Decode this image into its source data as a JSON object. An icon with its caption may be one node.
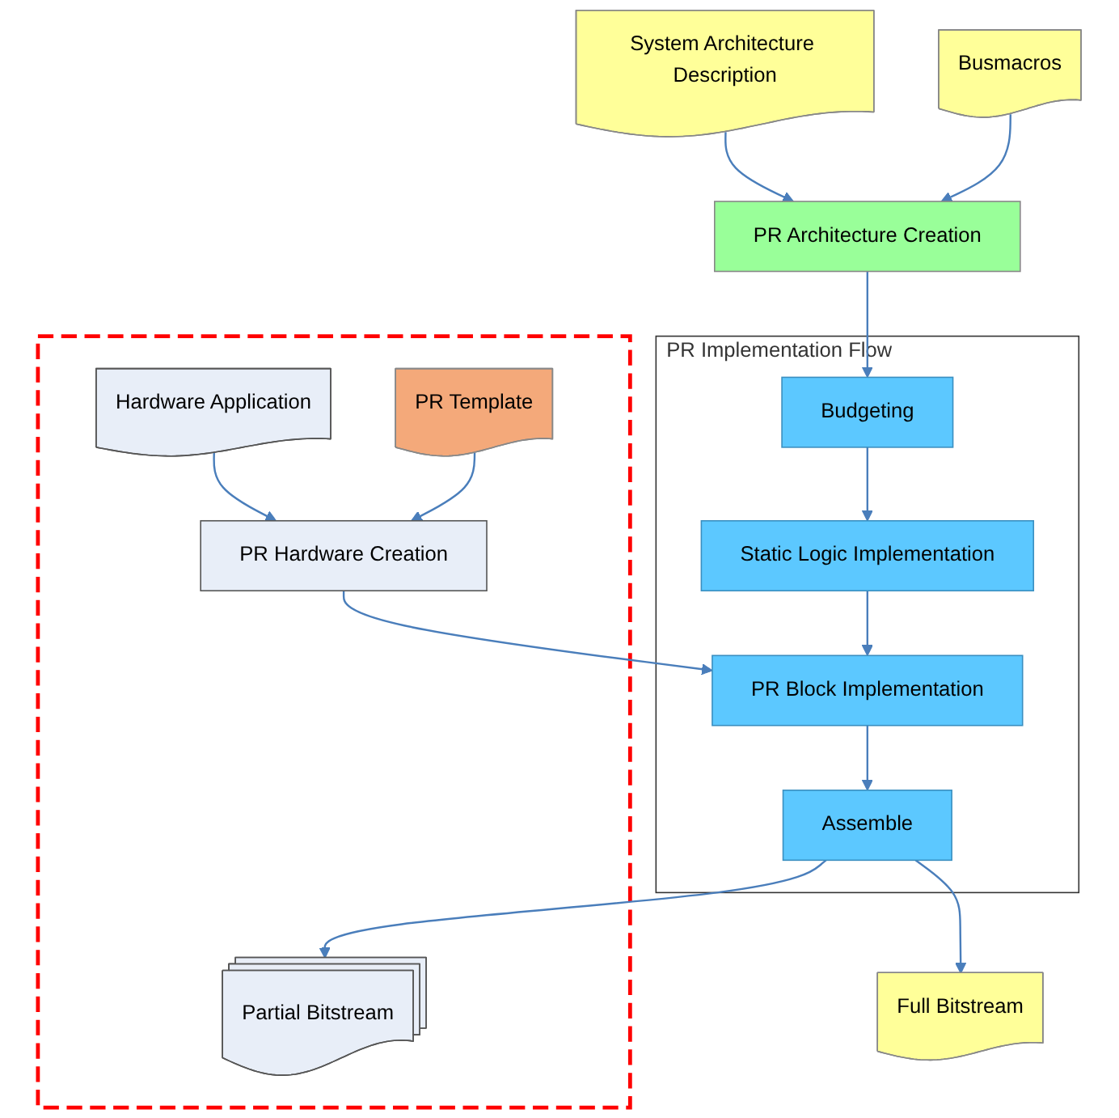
{
  "diagram": {
    "nodes": [
      {
        "text": [
          "System Architecture Description"
        ]
      },
      {
        "text": [
          "PR Architecture Creation"
        ]
      },
      {
        "text": [
          "Busmacros"
        ]
      },
      {
        "text": [
          "PR Implementation Flow"
        ]
      },
      {
        "text": [
          "Budgeting"
        ],
        "in": 3
      },
      {
        "text": [
          "Static Logic Implementation"
        ],
        "in": 3
      },
      {
        "text": [
          "PR Block Implementation"
        ],
        "in": 3
      },
      {
        "text": [
          "Assemble"
        ],
        "in": 3
      },
      {
        "text": [],
        "shape": "box"
      },
      {
        "text": [
          "Hardware Application"
        ],
        "in": 8
      },
      {
        "text": [
          "PR Template"
        ],
        "in": 8
      },
      {
        "text": [
          "PR Hardware Creation"
        ],
        "in": 8
      },
      {
        "text": [
          "Partial Bitstream"
        ],
        "in": 8
      },
      {
        "text": [
          "Full Bitstream"
        ]
      }
    ],
    "edges": [
      {
        "from": 0,
        "to": 1,
        "arrow": "to"
      },
      {
        "from": 2,
        "to": 1,
        "arrow": "to"
      },
      {
        "from": 1,
        "to": 4,
        "arrow": "to"
      },
      {
        "from": 4,
        "to": 5,
        "arrow": "to"
      },
      {
        "from": 5,
        "to": 6,
        "arrow": "to"
      },
      {
        "from": 6,
        "to": 7,
        "arrow": "to"
      },
      {
        "from": 9,
        "to": 11,
        "arrow": "to"
      },
      {
        "from": 10,
        "to": 11,
        "arrow": "to"
      },
      {
        "from": 11,
        "to": 6,
        "arrow": "to"
      },
      {
        "from": 7,
        "to": 12,
        "arrow": "to"
      },
      {
        "from": 7,
        "to": 13,
        "arrow": "to"
      }
    ]
  }
}
